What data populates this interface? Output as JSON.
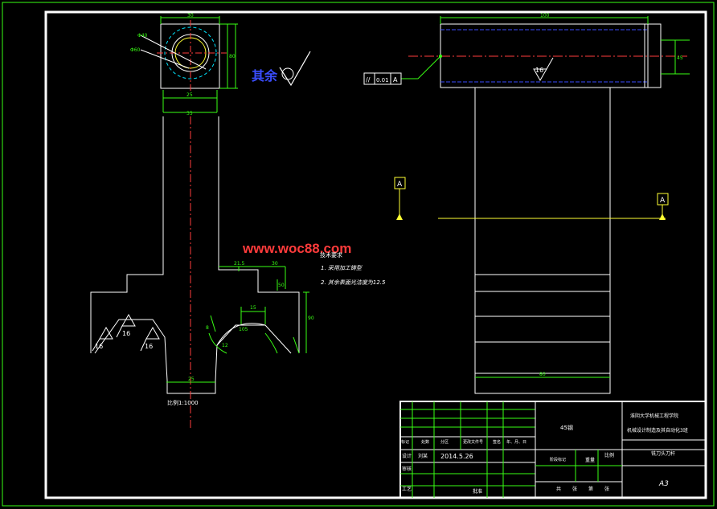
{
  "drawing": {
    "watermark": "www.woc88.com",
    "surface_note": "其余",
    "roughness_mark": "16",
    "section_label": "A",
    "scale_note": "比例1:1000",
    "tech_req": {
      "title": "技术要求",
      "items": [
        "1. 采用加工铸型",
        "2. 其余表面光洁度为12.5"
      ]
    },
    "tolerance_frame": [
      "//",
      "0.01",
      "A"
    ],
    "dims": {
      "top_width": "30",
      "d40": "Φ40",
      "d60": "Φ60",
      "side_h": "80",
      "stem_35": "35",
      "stem_25": "25",
      "d215": "21.5",
      "d30": "30",
      "d50": "50",
      "d15": "15",
      "d8": "8",
      "d90": "90",
      "base_25": "25",
      "right_top": "100",
      "right_side": "45",
      "bottom_80": "80",
      "r105": "105",
      "r12": "12"
    }
  },
  "title_block": {
    "company": "淮阴大学机械工程学院",
    "project": "机械设计制造及其自动化3班",
    "drawing_name": "铣刀头刀杆",
    "material": "45钢",
    "sheet_size": "A3",
    "date": "2014.5.26",
    "rev_headers": [
      "标记",
      "处数",
      "分区",
      "更改文件号",
      "签名",
      "年、月、日"
    ],
    "design_row": [
      "设计",
      "刘某",
      "2014.5.26"
    ],
    "row_labels": [
      "审核",
      "工艺",
      "批准"
    ],
    "stage_labels": [
      "阶段标记",
      "重量",
      "比例"
    ],
    "sheet_info": [
      "共",
      "张",
      "第",
      "张"
    ]
  }
}
